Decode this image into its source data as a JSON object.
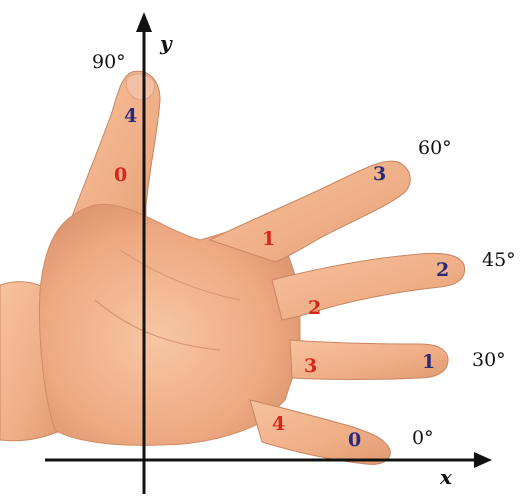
{
  "axes": {
    "x_label": "x",
    "y_label": "y"
  },
  "angles": {
    "deg90": "90°",
    "deg60": "60°",
    "deg45": "45°",
    "deg30": "30°",
    "deg0": "0°"
  },
  "colors": {
    "skin": "#f1b28a",
    "skin_shadow": "#d98f66",
    "red_number": "#d8261c",
    "blue_number": "#2b2a7a",
    "axis": "#111111"
  },
  "fingers": {
    "thumb": {
      "red": "0",
      "blue": "4"
    },
    "index": {
      "red": "1",
      "blue": "3"
    },
    "middle": {
      "red": "2",
      "blue": "2"
    },
    "ring": {
      "red": "3",
      "blue": "1"
    },
    "pinky": {
      "red": "4",
      "blue": "0"
    }
  }
}
